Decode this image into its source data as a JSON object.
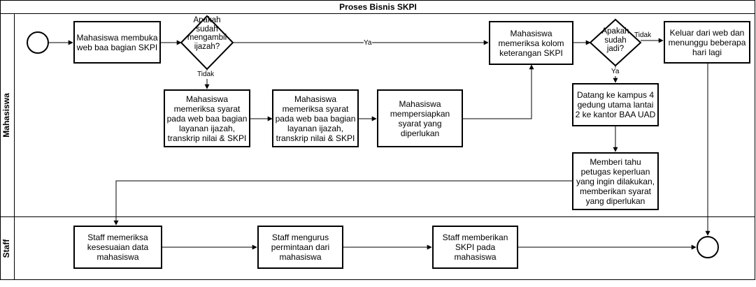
{
  "title": "Proses Bisnis SKPI",
  "lanes": {
    "mahasiswa": "Mahasiswa",
    "staff": "Staff"
  },
  "boxes": {
    "buka_web": "Mahasiswa membuka web baa bagian SKPI",
    "periksa_syarat_1": "Mahasiswa memeriksa syarat pada web baa bagian layanan ijazah, transkrip nilai & SKPI",
    "periksa_syarat_2": "Mahasiswa memeriksa syarat pada web baa bagian layanan ijazah, transkrip nilai & SKPI",
    "persiapkan_syarat": "Mahasiswa mempersiapkan syarat yang diperlukan",
    "periksa_kolom": "Mahasiswa memeriksa kolom keterangan SKPI",
    "keluar_web": "Keluar dari web dan menunggu beberapa hari lagi",
    "datang_kampus": "Datang ke kampus 4 gedung utama lantai 2 ke kantor BAA UAD",
    "memberi_tahu": "Memberi tahu petugas keperluan yang ingin dilakukan, memberikan syarat yang diperlukan",
    "staff_periksa": "Staff memeriksa kesesuaian data mahasiswa",
    "staff_urus": "Staff mengurus permintaan dari mahasiswa",
    "staff_beri": "Staff memberikan SKPI pada mahasiswa"
  },
  "decisions": {
    "sudah_ijazah": [
      "Apakah",
      "sudah",
      "mengambil",
      "ijazah?"
    ],
    "sudah_jadi": [
      "Apakah",
      "sudah",
      "jadi?"
    ]
  },
  "edge_labels": {
    "ya_1": "Ya",
    "tidak_1": "Tidak",
    "tidak_2": "Tidak",
    "ya_2": "Ya"
  }
}
